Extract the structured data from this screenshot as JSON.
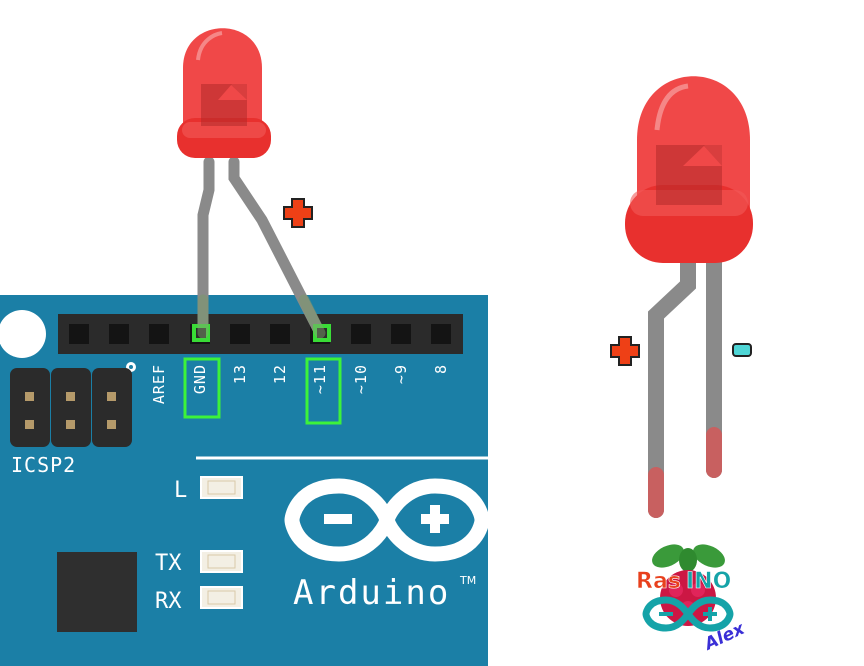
{
  "board": {
    "pins": [
      "AREF",
      "GND",
      "13",
      "12",
      "~11",
      "~10",
      "~9",
      "8"
    ],
    "highlighted_pins": [
      "GND",
      "~11"
    ],
    "icsp_label": "ICSP2",
    "led_labels": {
      "l": "L",
      "tx": "TX",
      "rx": "RX"
    },
    "brand_name": "Arduino",
    "trademark": "TM"
  },
  "diagram": {
    "plus_sign": "+",
    "minus_sign": "-"
  },
  "logo": {
    "text_left": "Ras",
    "text_right": "INO",
    "signature": "Alex"
  },
  "colors": {
    "board": "#1b7fa6",
    "header": "#2b2b2b",
    "highlight": "#3df23a",
    "led_red": "#f03838",
    "leg_gray": "#8a8a8a",
    "plus_orange": "#ee4016",
    "minus_cyan": "#4fd6d6"
  }
}
